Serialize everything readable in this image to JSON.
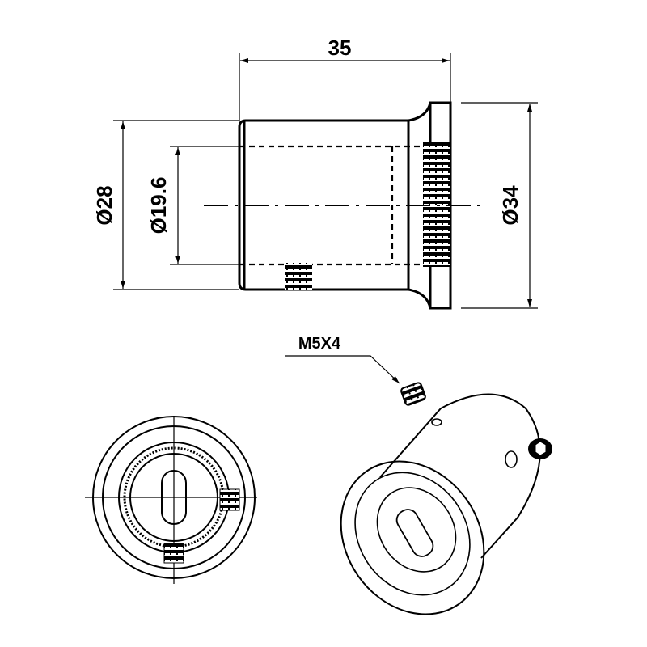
{
  "drawing": {
    "dimensions": {
      "length": "35",
      "body_diameter": "Ø28",
      "bore_diameter": "Ø19.6",
      "flange_diameter": "Ø34"
    },
    "set_screw_label": "M5X4",
    "line_color": "#000000",
    "background_color": "#ffffff"
  }
}
